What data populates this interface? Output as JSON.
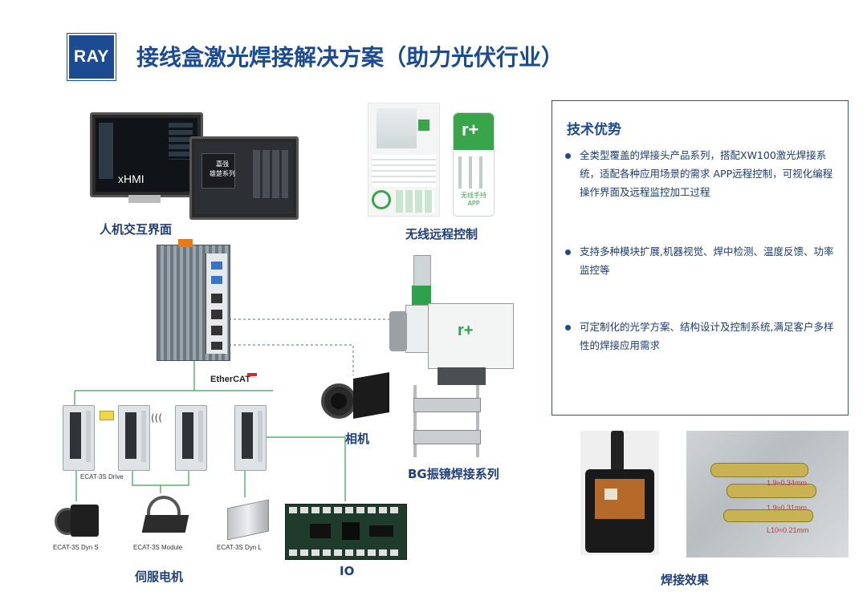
{
  "header": {
    "logo_text": "RAY",
    "title": "接线盒激光焊接解决方案（助力光伏行业）"
  },
  "components": {
    "hmi_label": "人机交互界面",
    "hmi_screen_text": "xHMI",
    "hmi_screen2_line1": "嘉强",
    "hmi_screen2_line2": "雄楚系列",
    "remote_label": "无线远程控制",
    "remote_app_line1": "无线手持",
    "remote_app_line2": "APP",
    "ethercat": "EtherCAT",
    "camera_label": "相机",
    "weld_head_label": "BG振镜焊接系列",
    "drive_label": "ECAT-3S Drive",
    "servo_label": "伺服电机",
    "motor1": "ECAT-3S Dyn S",
    "motor2": "ECAT-3S Module",
    "motor3": "ECAT-3S Dyn L",
    "io_label": "IO",
    "weld_effect_label": "焊接效果",
    "measure1": "1.9≈0.34mm",
    "measure2": "1.9≈0.31mm",
    "measure3": "L10≈0.21mm"
  },
  "advantages": {
    "title": "技术优势",
    "items": [
      "全类型覆盖的焊接头产品系列，搭配XW100激光焊接系统，适配各种应用场景的需求 APP远程控制，可视化编程操作界面及远程监控加工过程",
      "支持多种模块扩展,机器视觉、焊中检测、温度反馈、功率监控等",
      "可定制化的光学方案、结构设计及控制系统,满足客户多样性的焊接应用需求"
    ]
  },
  "colors": {
    "brand_blue": "#1c4b91",
    "line_green": "#3aa14a",
    "dashed_blue": "#4f6ea8"
  }
}
